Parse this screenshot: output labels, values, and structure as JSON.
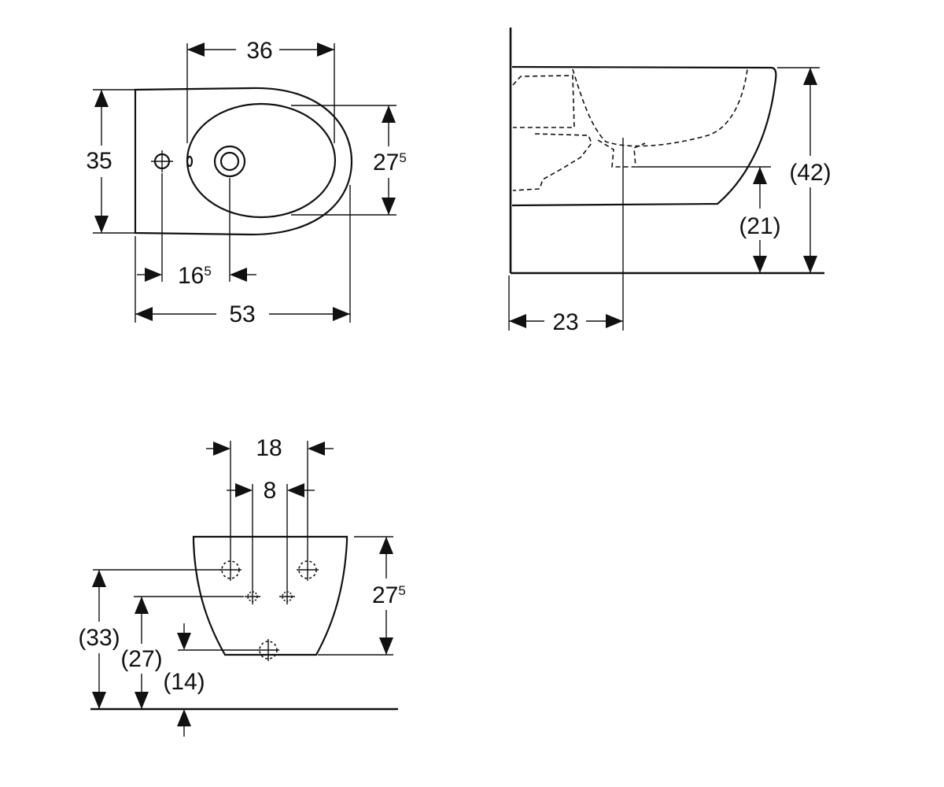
{
  "top_view": {
    "dims": {
      "width_36": "36",
      "height_35": "35",
      "bowl_height": {
        "main": "27",
        "sup": "5"
      },
      "offset_16": {
        "main": "16",
        "sup": "5"
      },
      "length_53": "53"
    }
  },
  "side_view": {
    "dims": {
      "height_42": "(42)",
      "height_21": "(21)",
      "depth_23": "23"
    }
  },
  "front_view": {
    "dims": {
      "spacing_18": "18",
      "spacing_8": "8",
      "height_27_5": {
        "main": "27",
        "sup": "5"
      },
      "height_33": "(33)",
      "height_27": "(27)",
      "height_14": "(14)"
    }
  }
}
